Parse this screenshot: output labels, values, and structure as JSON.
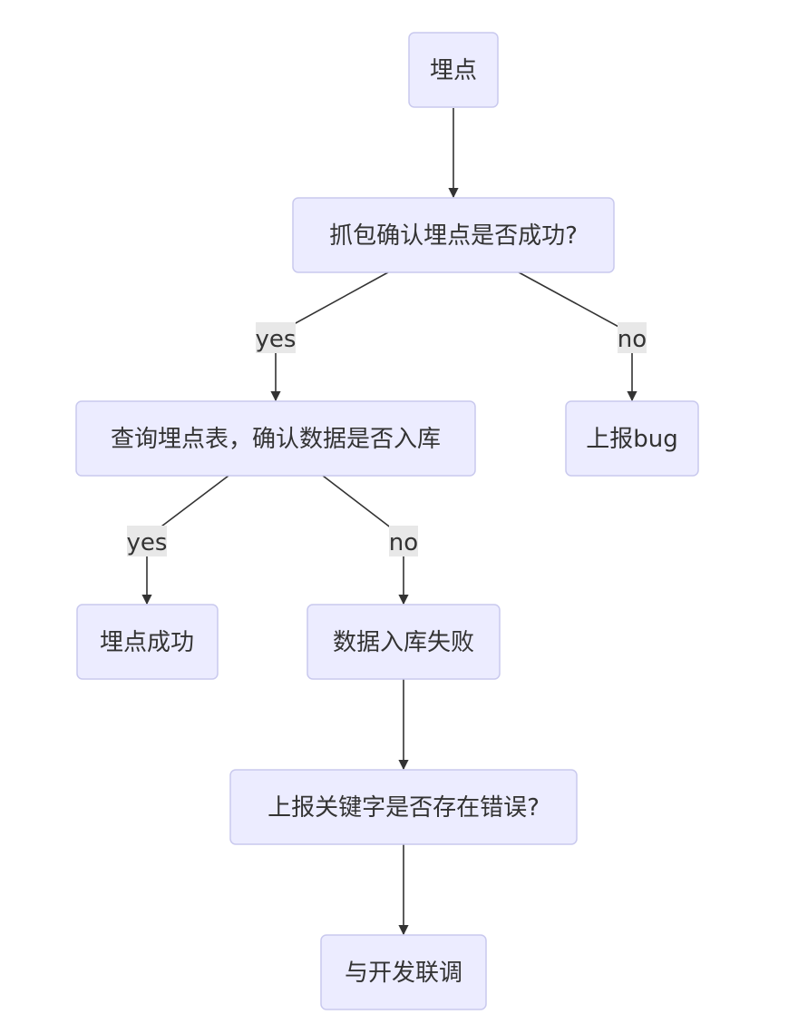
{
  "nodes": {
    "start": "埋点",
    "check_capture": "抓包确认埋点是否成功?",
    "query_table": "查询埋点表，确认数据是否入库",
    "report_bug": "上报bug",
    "success": "埋点成功",
    "storage_fail": "数据入库失败",
    "check_keywords": "上报关键字是否存在错误?",
    "debug_with_dev": "与开发联调"
  },
  "edge_labels": {
    "capture_yes": "yes",
    "capture_no": "no",
    "query_yes": "yes",
    "query_no": "no"
  },
  "colors": {
    "node_fill": "#ececff",
    "node_border": "#c9c9ee",
    "edge": "#333333",
    "label_bg": "#e8e8e8"
  }
}
